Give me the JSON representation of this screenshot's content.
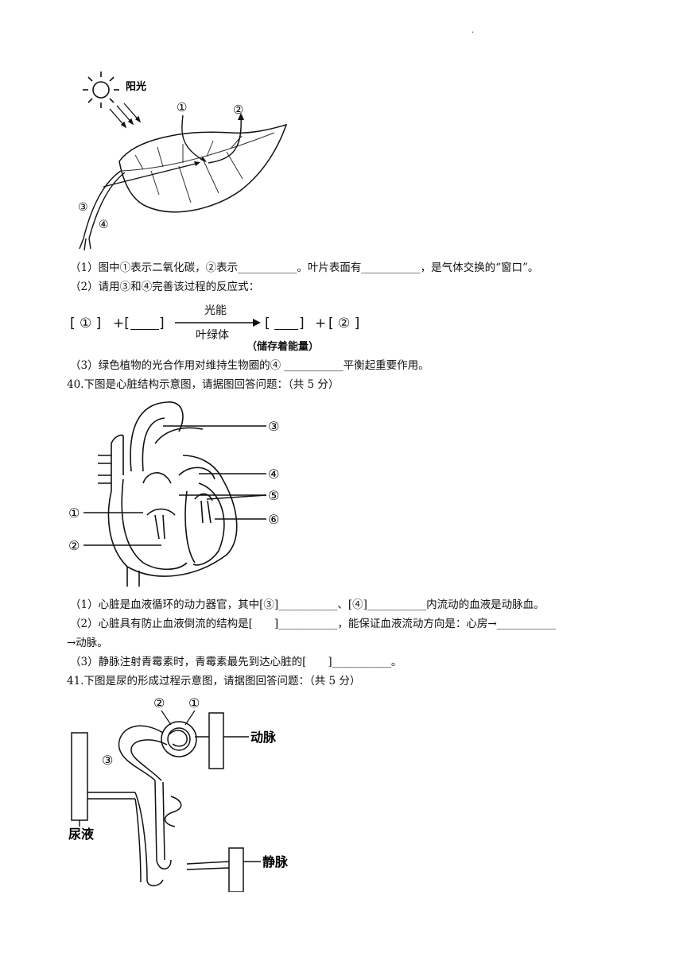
{
  "top_dot": ".",
  "leaf_figure": {
    "sun_label": "阳光",
    "labels": [
      "①",
      "②",
      "③",
      "④"
    ]
  },
  "q39": {
    "line1": "（1）图中①表示二氧化碳，②表示___________。叶片表面有___________，是气体交换的“窗口”。",
    "line2": "（2）请用③和④完善该过程的反应式：",
    "equation": {
      "left1": "[ ① ]",
      "plus1": "+[",
      "close1": "]",
      "arrow_top": "光能",
      "arrow_bottom": "叶绿体",
      "right_open": "[",
      "right_close": "]",
      "plus2": "+",
      "right2": "[ ② ]",
      "note": "（储存着能量）"
    },
    "line3": "（3）绿色植物的光合作用对维持生物圈的④ ___________平衡起重要作用。"
  },
  "q40": {
    "title": "40.下图是心脏结构示意图，请据图回答问题：（共 5 分）",
    "labels": [
      "③",
      "④",
      "⑤",
      "⑥",
      "①",
      "②"
    ],
    "line1": "（1）心脏是血液循环的动力器官，其中[③]___________、[④]___________内流动的血液是动脉血。",
    "line2": "（2）心脏具有防止血液倒流的结构是[　　]___________，能保证血液流动方向是：心房→___________",
    "line2b": "→动脉。",
    "line3": "（3）静脉注射青霉素时，青霉素最先到达心脏的[　　]___________。"
  },
  "q41": {
    "title": "41.下图是尿的形成过程示意图，请据图回答问题：（共 5 分）",
    "labels": [
      "②",
      "①",
      "③"
    ],
    "artery": "动脉",
    "urine": "尿液",
    "vein": "静脉"
  }
}
